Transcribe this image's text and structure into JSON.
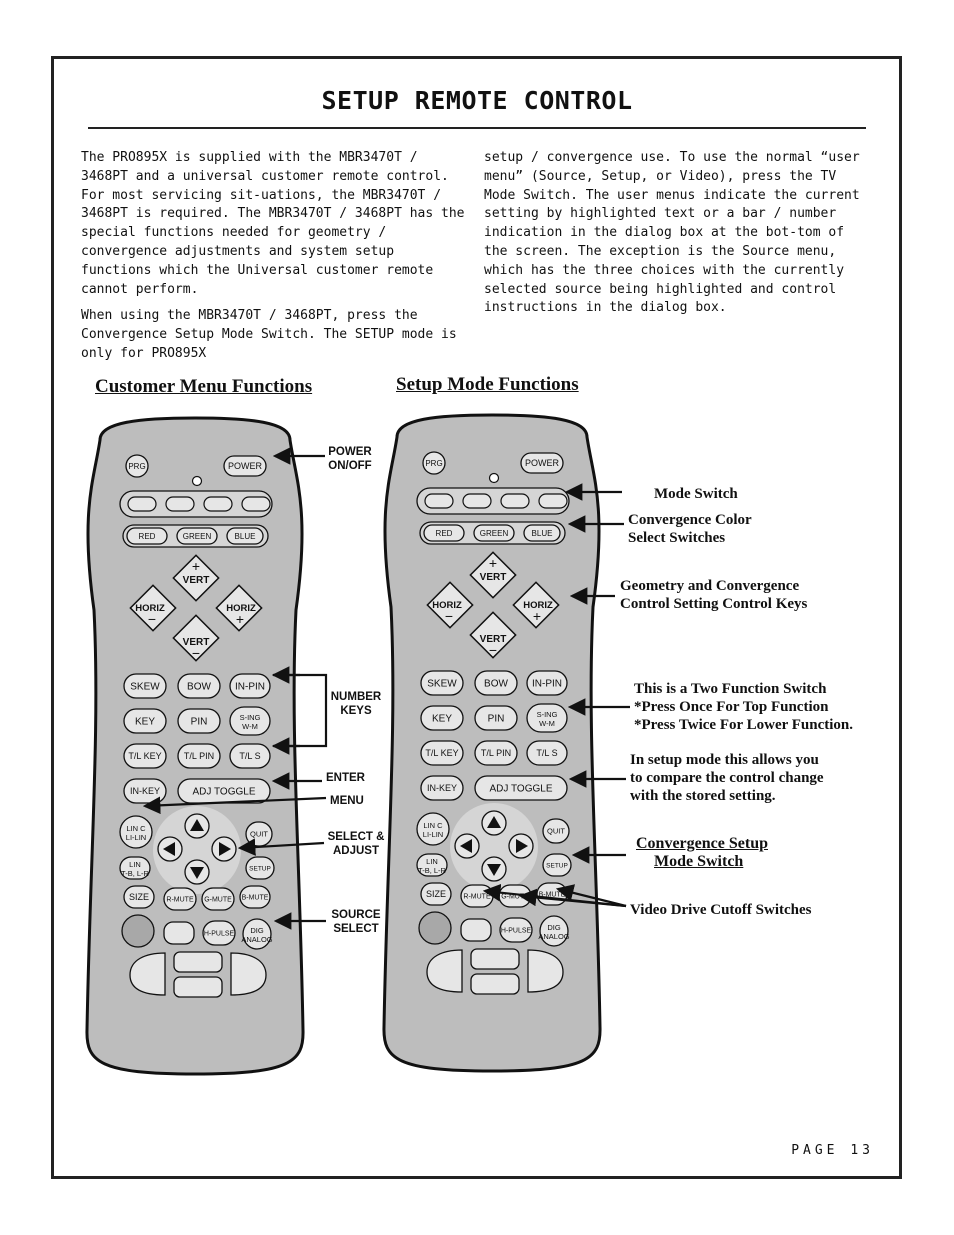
{
  "title": "SETUP REMOTE CONTROL",
  "col_left": [
    "The PRO895X is supplied with the MBR3470T / 3468PT and a universal customer remote control. For most servicing sit-uations, the MBR3470T / 3468PT is required. The MBR3470T / 3468PT has the special functions needed for geometry / convergence adjustments and system setup functions which the Universal customer remote cannot perform.",
    "When using the MBR3470T / 3468PT, press the Convergence Setup Mode Switch. The SETUP mode is only for PRO895X"
  ],
  "col_right": "setup / convergence use. To use the normal “user menu” (Source, Setup, or Video), press the TV Mode Switch. The user menus indicate the current setting by highlighted text or a bar / number indication in the dialog box at the bot-tom of the screen. The exception is the Source menu, which has the three choices with the currently selected source being highlighted and control instructions in the dialog box.",
  "headings": {
    "customer": "Customer Menu Functions",
    "setup": "Setup Mode Functions"
  },
  "remote_buttons": {
    "prg": "PRG",
    "power": "POWER",
    "red": "RED",
    "green": "GREEN",
    "blue": "BLUE",
    "vert": "VERT",
    "horiz": "HORIZ",
    "plus": "+",
    "minus": "−",
    "skew": "SKEW",
    "bow": "BOW",
    "inpin": "IN-PIN",
    "key": "KEY",
    "pin": "PIN",
    "sing1": "S-ING",
    "sing2": "W-M",
    "tlkey": "T/L KEY",
    "tlpin": "T/L PIN",
    "tls": "T/L S",
    "inkey": "IN-KEY",
    "adj": "ADJ TOGGLE",
    "linc1": "LIN C",
    "linc2": "LI-LIN",
    "quit": "QUIT",
    "lin1": "LIN",
    "lin2": "T-B, L-R",
    "setup": "SETUP",
    "size": "SIZE",
    "rmute": "R-MUTE",
    "gmute": "G-MUTE",
    "bmute": "B-MUTE",
    "hpulse": "H-PULSE",
    "dig1": "DIG",
    "dig2": "ANALOG"
  },
  "left_labels": {
    "power": [
      "POWER",
      "ON/OFF"
    ],
    "number": [
      "NUMBER",
      "KEYS"
    ],
    "enter": "ENTER",
    "menu": "MENU",
    "select": [
      "SELECT &",
      "ADJUST"
    ],
    "source": [
      "SOURCE",
      "SELECT"
    ]
  },
  "right_annotations": {
    "mode": "Mode Switch",
    "color": [
      "Convergence Color",
      "Select Switches"
    ],
    "geometry": [
      "Geometry and Convergence",
      "Control Setting Control Keys"
    ],
    "twofunc": [
      "This is a Two Function Switch",
      "*Press Once For Top Function",
      "*Press Twice For Lower Function."
    ],
    "compare": [
      "In setup mode this allows you",
      "to compare the control change",
      "with the stored setting."
    ],
    "convsetup": [
      "Convergence Setup",
      "Mode Switch"
    ],
    "video": "Video Drive Cutoff Switches"
  },
  "page": "PAGE 13"
}
